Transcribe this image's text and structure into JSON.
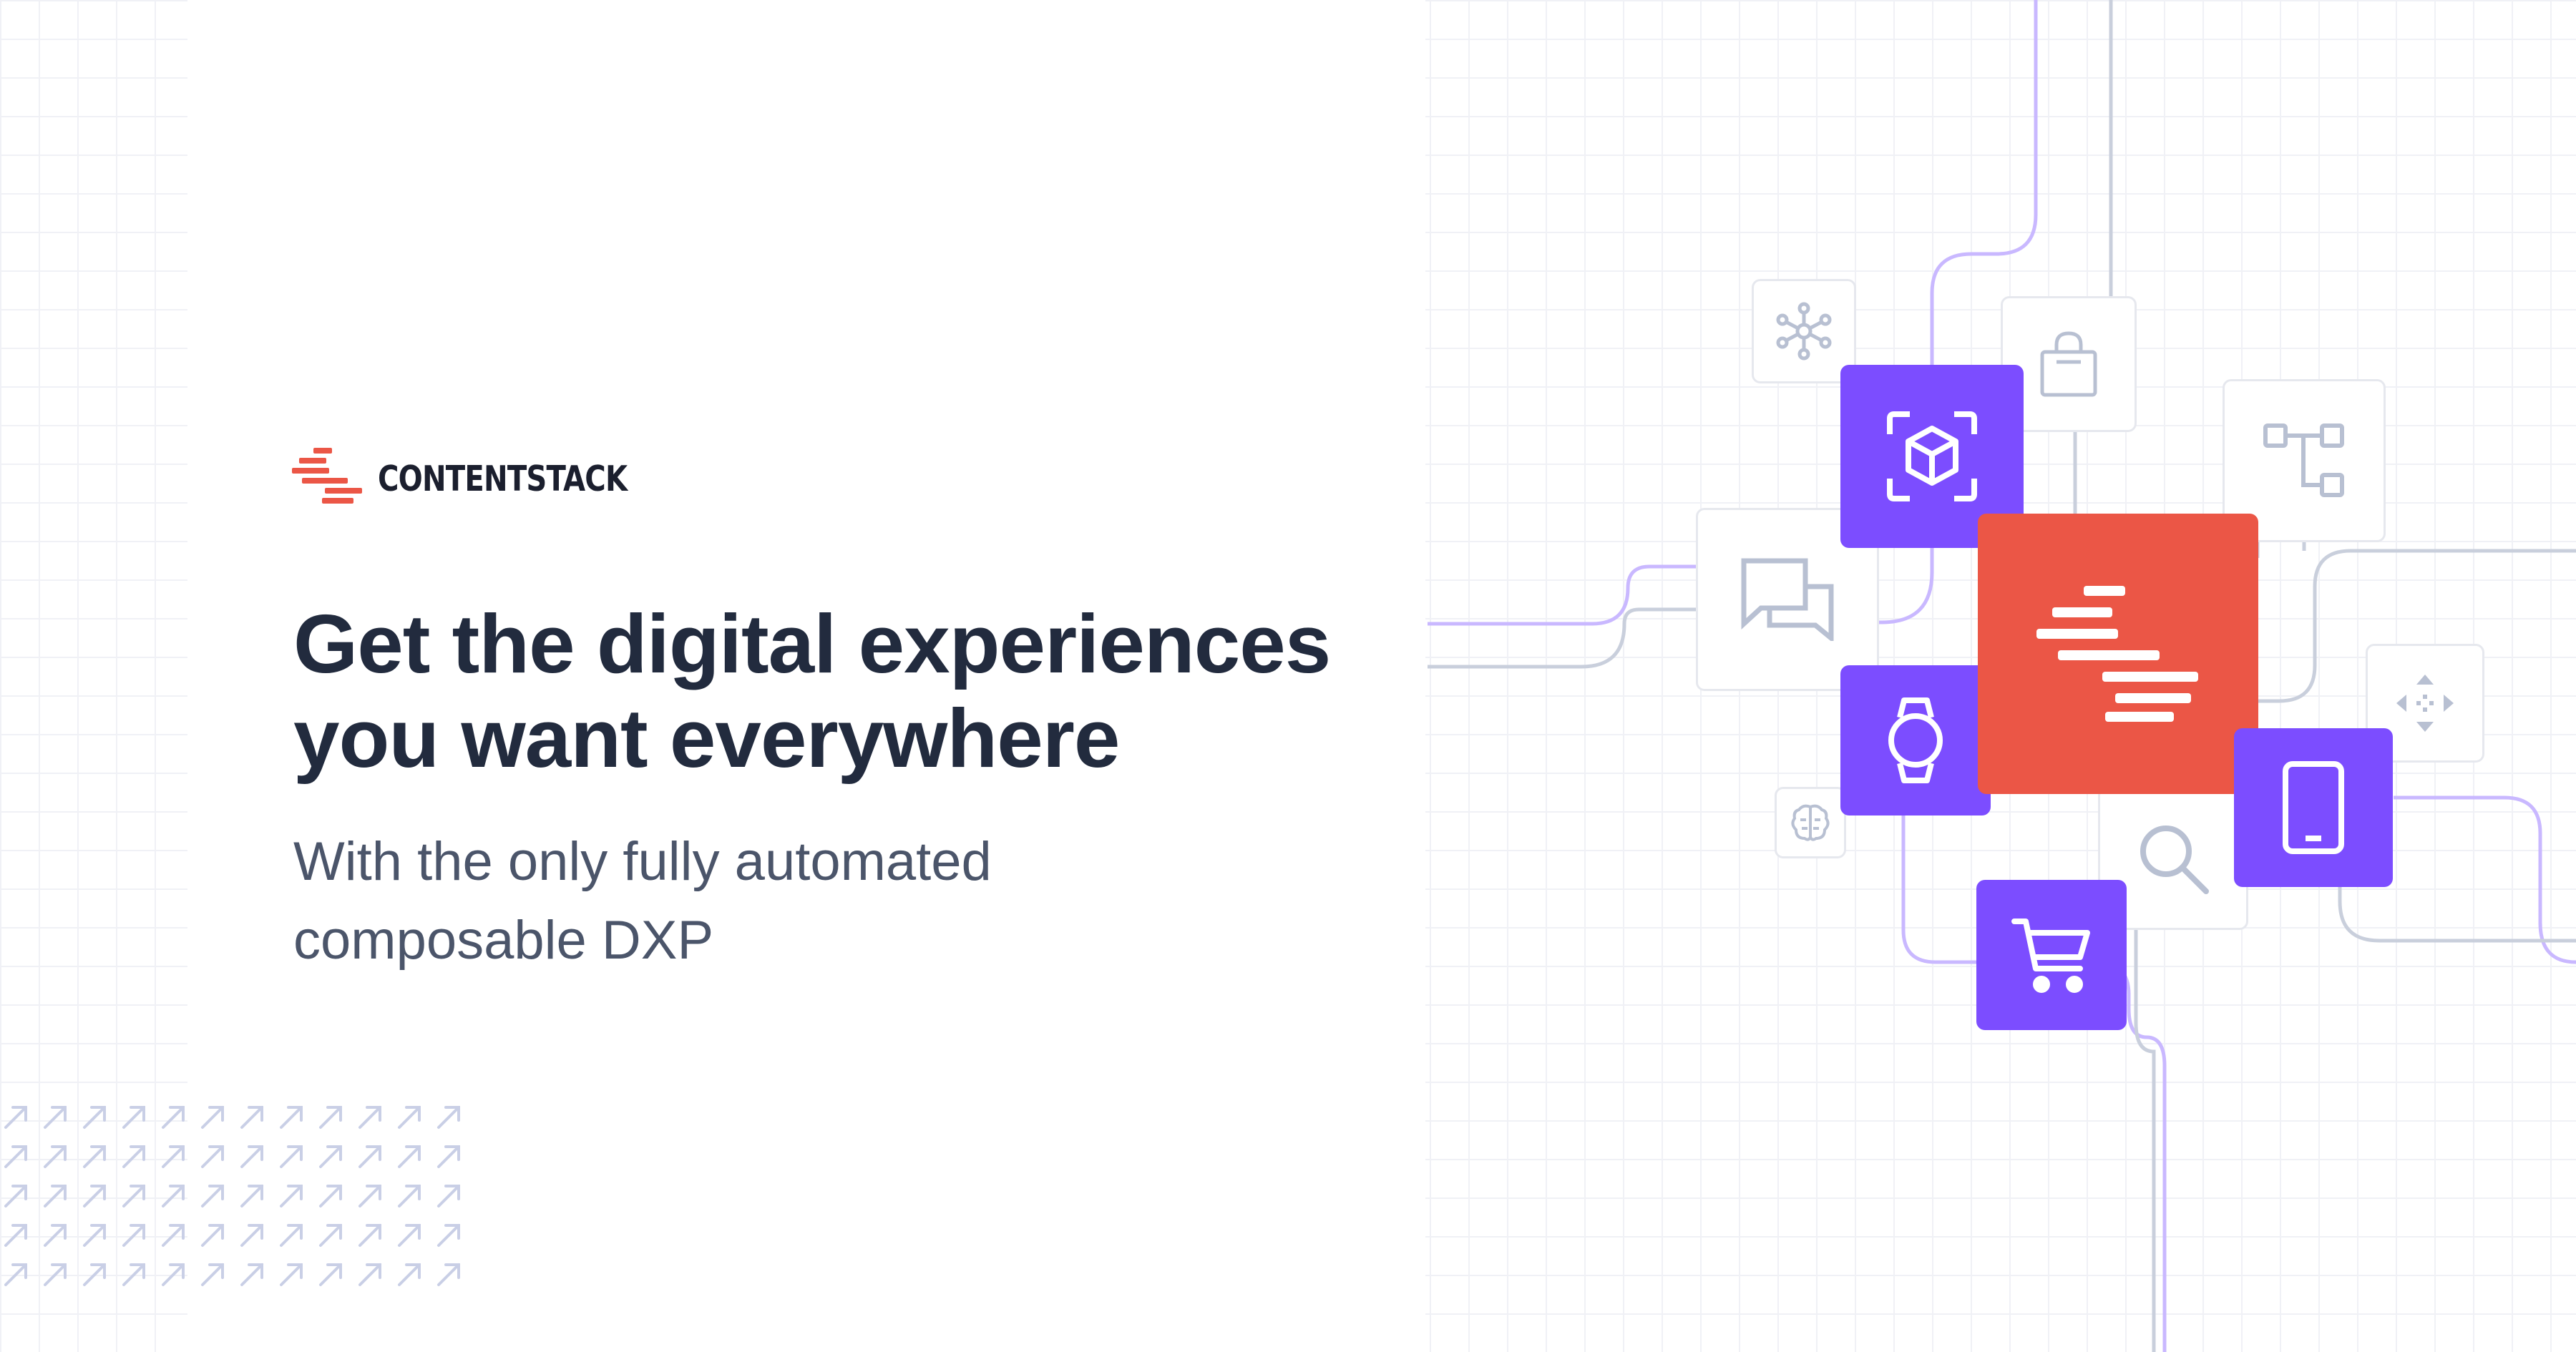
{
  "brand": {
    "logo_text": "CONTENTSTACK",
    "logo_color": "#eb5646"
  },
  "hero": {
    "headline_line1": "Get the digital experiences",
    "headline_line2": "you want everywhere",
    "subhead_line1": "With the only fully automated",
    "subhead_line2": "composable DXP"
  },
  "colors": {
    "headline": "#222b3e",
    "subhead": "#4b556a",
    "accent_purple": "#7c4dff",
    "accent_red": "#eb5646",
    "circuit_purple": "#c9b8ff",
    "circuit_gray": "#c9cfdc",
    "tile_icon_gray": "#b8c0d2"
  },
  "tiles": [
    {
      "name": "network-icon",
      "style": "white"
    },
    {
      "name": "shopping-bag-icon",
      "style": "white"
    },
    {
      "name": "ar-cube-icon",
      "style": "purple"
    },
    {
      "name": "hierarchy-icon",
      "style": "white"
    },
    {
      "name": "chat-bubbles-icon",
      "style": "white"
    },
    {
      "name": "contentstack-logo-icon",
      "style": "red"
    },
    {
      "name": "move-arrows-icon",
      "style": "white"
    },
    {
      "name": "smartwatch-icon",
      "style": "purple"
    },
    {
      "name": "brain-icon",
      "style": "white"
    },
    {
      "name": "search-icon",
      "style": "white"
    },
    {
      "name": "mobile-phone-icon",
      "style": "purple"
    },
    {
      "name": "shopping-cart-icon",
      "style": "purple"
    }
  ]
}
